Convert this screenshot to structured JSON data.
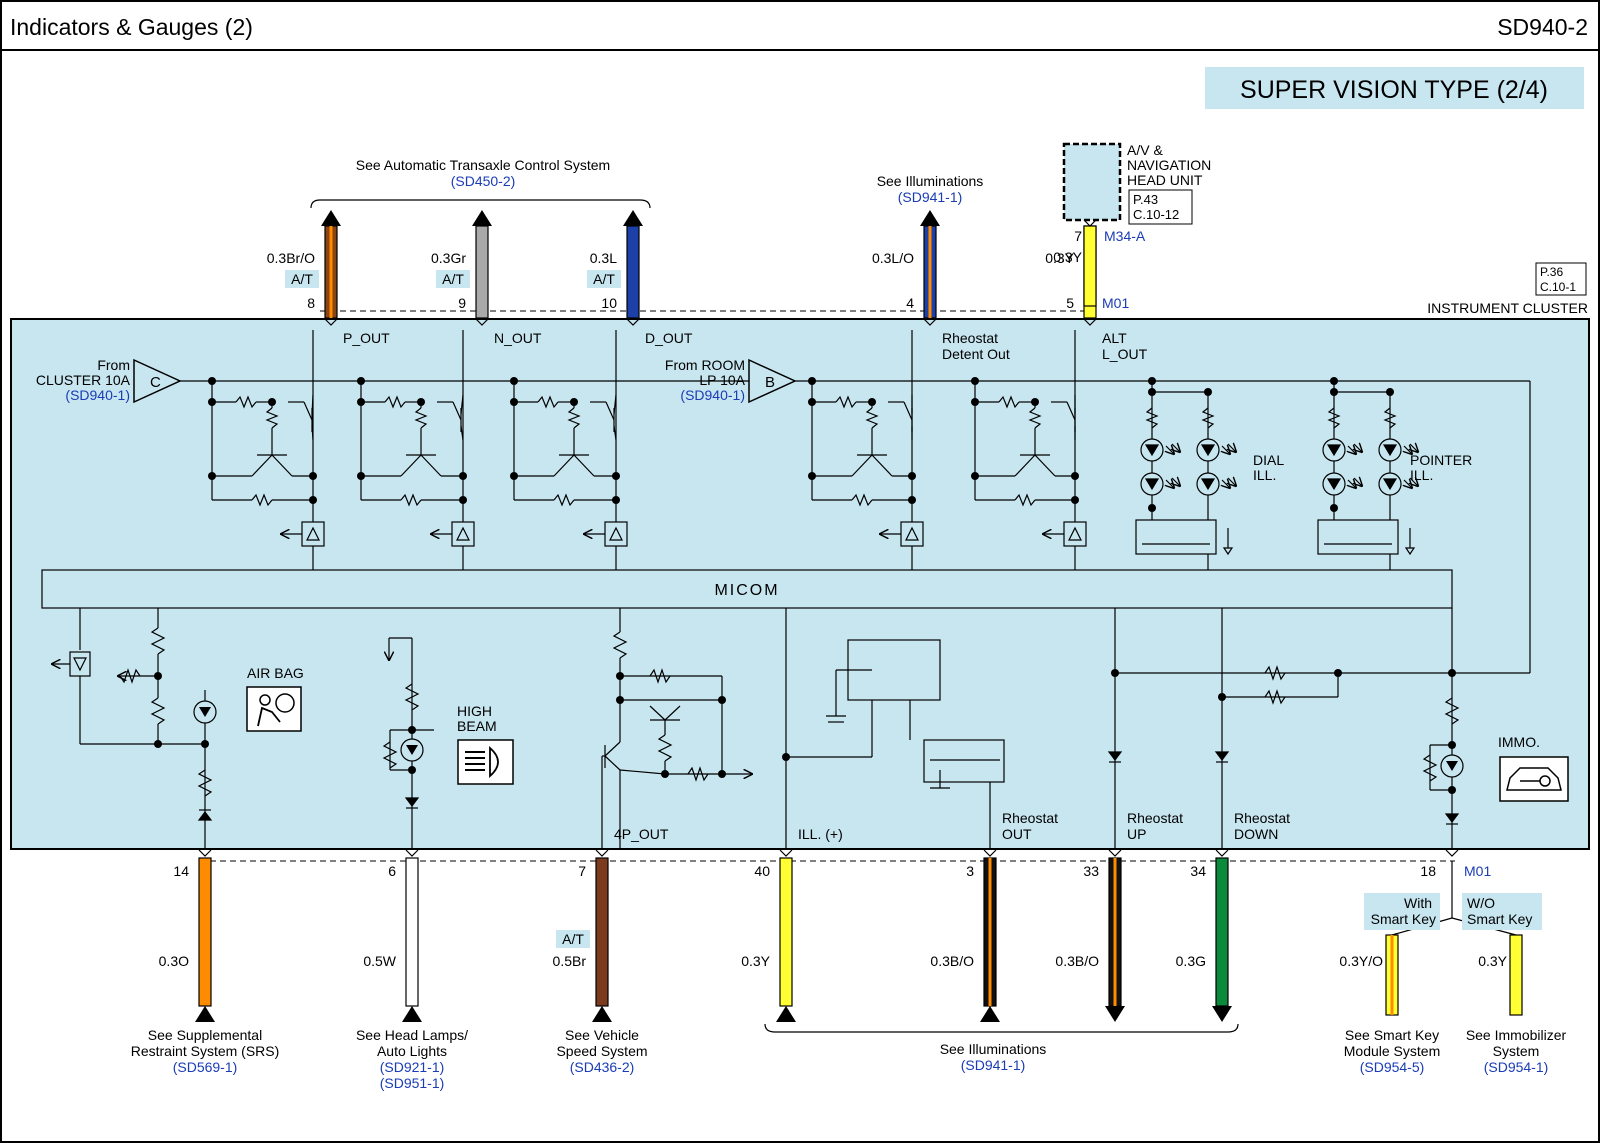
{
  "header": {
    "title": "Indicators & Gauges (2)",
    "code": "SD940-2"
  },
  "variant_title": "SUPER VISION TYPE (2/4)",
  "cluster": {
    "name": "INSTRUMENT CLUSTER",
    "page": "P.36",
    "conn": "C.10-1",
    "micom": "MICOM"
  },
  "headunit": {
    "name1": "A/V &",
    "name2": "NAVIGATION",
    "name3": "HEAD UNIT",
    "page": "P.43",
    "conn": "C.10-12",
    "pin": "7",
    "connector": "M34-A",
    "wire": "0.3Y"
  },
  "top_refs": {
    "atcs": {
      "text": "See Automatic Transaxle Control System",
      "code": "(SD450-2)"
    },
    "illum": {
      "text": "See Illuminations",
      "code": "(SD941-1)"
    }
  },
  "top_wires": [
    {
      "pin": "8",
      "wire": "0.3Br/O",
      "tag": "A/T",
      "signal": "P_OUT",
      "colors": [
        "#8b4513",
        "#ff8c00"
      ]
    },
    {
      "pin": "9",
      "wire": "0.3Gr",
      "tag": "A/T",
      "signal": "N_OUT",
      "colors": [
        "#a9a9a9"
      ]
    },
    {
      "pin": "10",
      "wire": "0.3L",
      "tag": "A/T",
      "signal": "D_OUT",
      "colors": [
        "#1c3fa8"
      ]
    },
    {
      "pin": "4",
      "wire": "0.3L/O",
      "tag": "",
      "signal": "Rheostat",
      "signal2": "Detent Out",
      "colors": [
        "#1c3fa8",
        "#ff8c00"
      ]
    },
    {
      "pin": "5",
      "wire": "0.3Y",
      "tag": "",
      "signal": "ALT",
      "signal2": "L_OUT",
      "colors": [
        "#ffff33"
      ],
      "connector": "M01"
    }
  ],
  "inputs": {
    "c": {
      "from1": "From",
      "from2": "CLUSTER 10A",
      "ref": "(SD940-1)",
      "letter": "C"
    },
    "b": {
      "from1": "From ROOM",
      "from2": "LP 10A",
      "ref": "(SD940-1)",
      "letter": "B"
    }
  },
  "indicators": {
    "dial1": "DIAL",
    "dial2": "ILL.",
    "pointer1": "POINTER",
    "pointer2": "ILL.",
    "airbag": "AIR BAG",
    "highbeam1": "HIGH",
    "highbeam2": "BEAM",
    "immo": "IMMO."
  },
  "bottom_wires": [
    {
      "pin": "14",
      "wire": "0.3O",
      "tag": "",
      "signal": "",
      "signal2": "",
      "colors": [
        "#ff8c00"
      ]
    },
    {
      "pin": "6",
      "wire": "0.5W",
      "tag": "",
      "signal": "",
      "signal2": "",
      "colors": [
        "#ffffff"
      ]
    },
    {
      "pin": "7",
      "wire": "0.5Br",
      "tag": "A/T",
      "signal": "4P_OUT",
      "signal2": "",
      "colors": [
        "#7b3b1f"
      ]
    },
    {
      "pin": "40",
      "wire": "0.3Y",
      "tag": "",
      "signal": "ILL. (+)",
      "signal2": "",
      "colors": [
        "#ffff33"
      ]
    },
    {
      "pin": "3",
      "wire": "0.3B/O",
      "tag": "",
      "signal": "Rheostat",
      "signal2": "OUT",
      "colors": [
        "#111111",
        "#ff8c00"
      ]
    },
    {
      "pin": "33",
      "wire": "0.3B/O",
      "tag": "",
      "signal": "Rheostat",
      "signal2": "UP",
      "colors": [
        "#111111",
        "#ff8c00"
      ]
    },
    {
      "pin": "34",
      "wire": "0.3G",
      "tag": "",
      "signal": "Rheostat",
      "signal2": "DOWN",
      "colors": [
        "#0a8a3a"
      ]
    },
    {
      "pin": "18",
      "wire": "",
      "tag": "",
      "signal": "",
      "signal2": "",
      "colors": [],
      "connector": "M01"
    }
  ],
  "smartkey": {
    "with1": "With",
    "with2": "Smart Key",
    "with_wire": "0.3Y/O",
    "wo1": "W/O",
    "wo2": "Smart Key",
    "wo_wire": "0.3Y"
  },
  "bottom_refs": {
    "srs": {
      "l1": "See Supplemental",
      "l2": "Restraint System (SRS)",
      "code": "(SD569-1)"
    },
    "head": {
      "l1": "See Head Lamps/",
      "l2": "Auto Lights",
      "code": "(SD921-1)",
      "code2": "(SD951-1)"
    },
    "vss": {
      "l1": "See Vehicle",
      "l2": "Speed System",
      "code": "(SD436-2)"
    },
    "illum": {
      "l1": "See Illuminations",
      "code": "(SD941-1)"
    },
    "smk": {
      "l1": "See Smart Key",
      "l2": "Module System",
      "code": "(SD954-5)"
    },
    "immo": {
      "l1": "See Immobilizer",
      "l2": "System",
      "code": "(SD954-1)"
    }
  }
}
